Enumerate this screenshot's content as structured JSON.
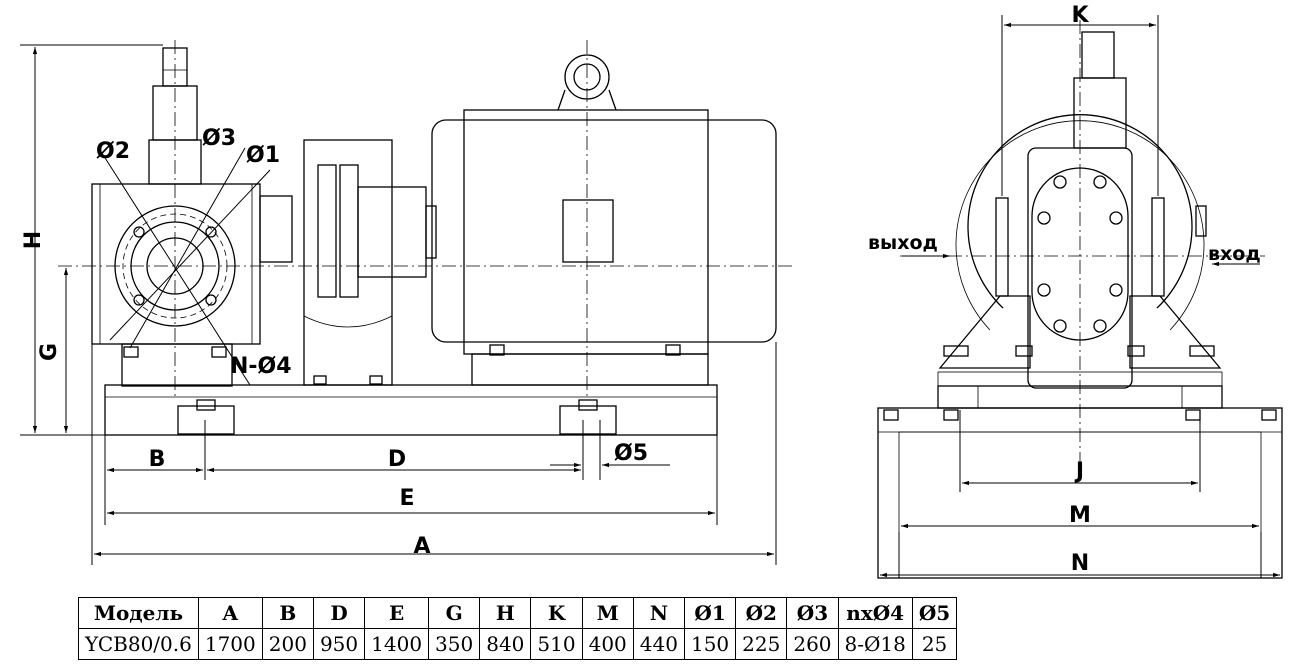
{
  "labels": {
    "H": "H",
    "G": "G",
    "B": "B",
    "D": "D",
    "E": "E",
    "A": "A",
    "d1": "Ø1",
    "d2": "Ø2",
    "d3": "Ø3",
    "n_d4": "N-Ø4",
    "d5": "Ø5",
    "K": "K",
    "J": "J",
    "M": "M",
    "N": "N",
    "outlet": "выход",
    "inlet": "вход"
  },
  "table": {
    "header": [
      "Модель",
      "A",
      "B",
      "D",
      "E",
      "G",
      "H",
      "K",
      "M",
      "N",
      "Ø1",
      "Ø2",
      "Ø3",
      "nxØ4",
      "Ø5"
    ],
    "row": [
      "YCB80/0.6",
      "1700",
      "200",
      "950",
      "1400",
      "350",
      "840",
      "510",
      "400",
      "440",
      "150",
      "225",
      "260",
      "8-Ø18",
      "25"
    ]
  }
}
